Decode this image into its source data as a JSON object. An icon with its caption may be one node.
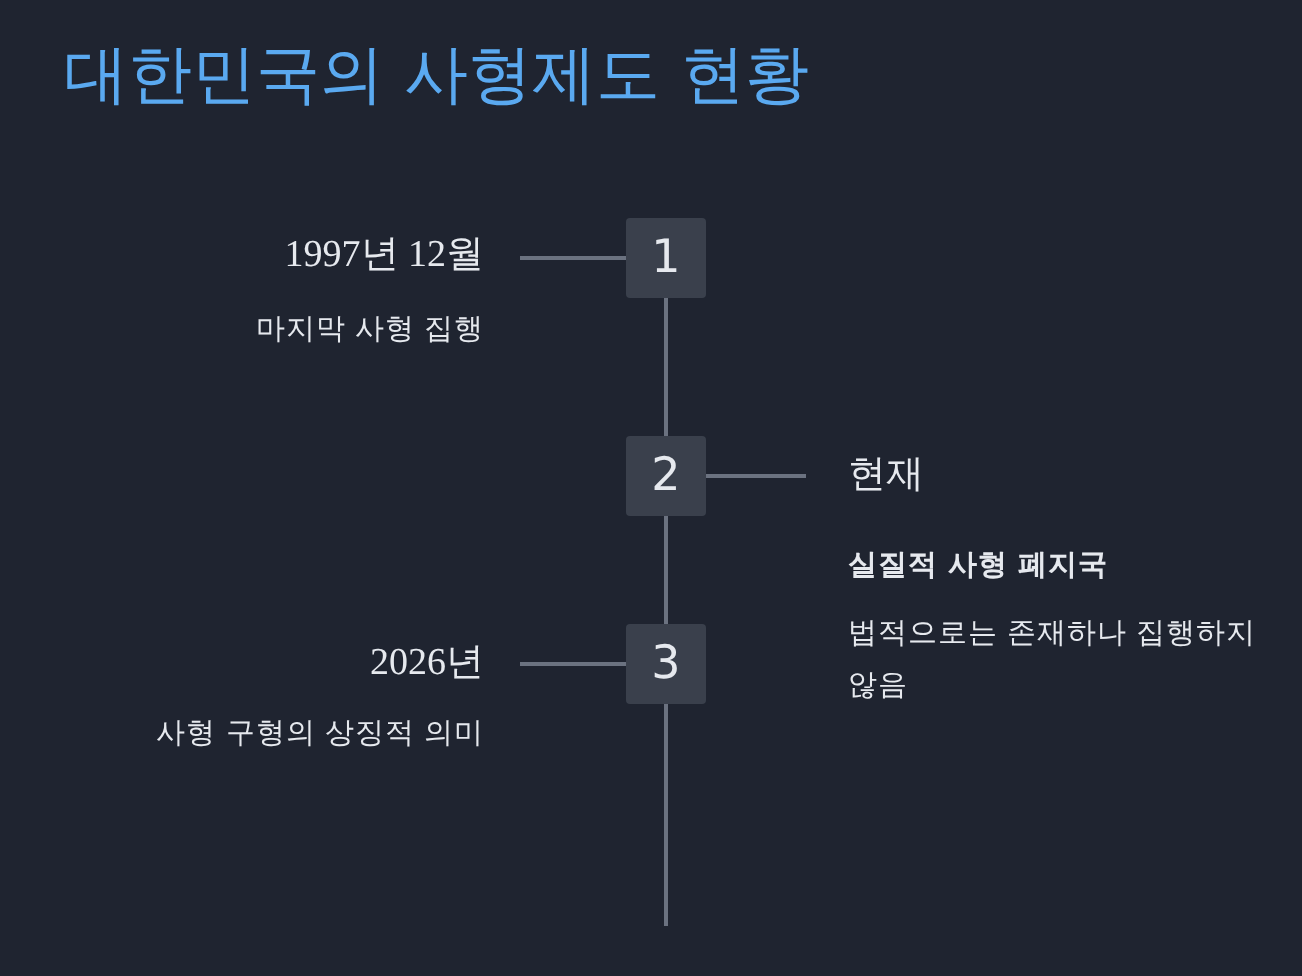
{
  "diagram": {
    "title": "대한민국의 사형제도 현황",
    "nodes": [
      {
        "text": [
          "1997년 12월",
          "마지막 사형 집행"
        ]
      },
      {
        "text": [
          "1"
        ]
      },
      {
        "text": [
          "2"
        ]
      },
      {
        "text": [
          "현재",
          "실질적 사형 폐지국",
          "법적으로는 존재하나 집행하지 않음"
        ]
      },
      {
        "text": [
          "2026년",
          "사형 구형의 상징적 의미"
        ]
      },
      {
        "text": [
          "3"
        ]
      }
    ],
    "edges": [
      {
        "from": 0,
        "to": 1,
        "arrow": "none"
      },
      {
        "from": 1,
        "to": 2,
        "arrow": "none"
      },
      {
        "from": 2,
        "to": 3,
        "arrow": "none"
      },
      {
        "from": 2,
        "to": 5,
        "arrow": "none"
      },
      {
        "from": 4,
        "to": 5,
        "arrow": "none"
      },
      {
        "from": 5,
        "to": null,
        "arrow": "none"
      }
    ]
  }
}
